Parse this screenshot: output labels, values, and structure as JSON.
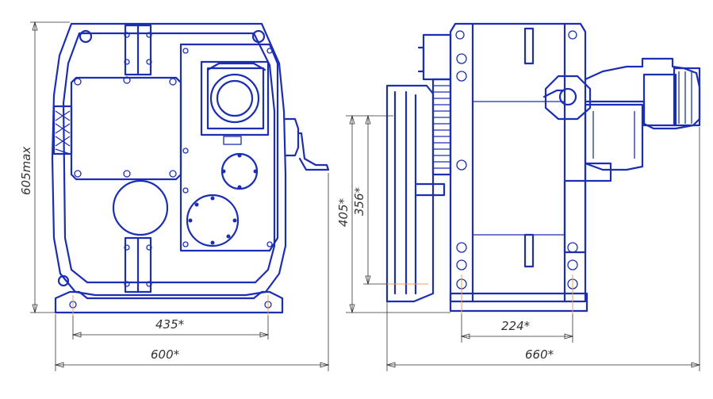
{
  "dimensions": {
    "front_height": "605max",
    "front_mount_width": "435*",
    "front_overall_width": "600*",
    "side_height_1": "405*",
    "side_height_2": "356*",
    "side_mount_width": "224*",
    "side_overall_width": "660*"
  },
  "colors": {
    "outline": "#1c2fb4",
    "dimension": "#333333",
    "centerline": "#e8a05a"
  }
}
